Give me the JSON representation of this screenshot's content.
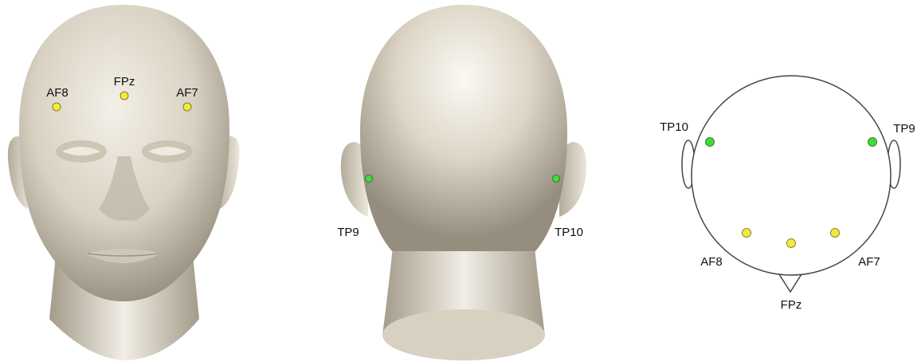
{
  "colors": {
    "skin_light": "#f3efe6",
    "skin_mid": "#c9c1b0",
    "skin_dark": "#8c8474",
    "frontal_electrode": "#f2ea3a",
    "temporal_electrode": "#43d93a",
    "outline": "#444444"
  },
  "front_view": {
    "labels": {
      "af8": "AF8",
      "fpz": "FPz",
      "af7": "AF7"
    }
  },
  "back_view": {
    "labels": {
      "tp9": "TP9",
      "tp10": "TP10"
    }
  },
  "top_view": {
    "labels": {
      "tp10": "TP10",
      "tp9": "TP9",
      "af8": "AF8",
      "af7": "AF7",
      "fpz": "FPz"
    }
  }
}
